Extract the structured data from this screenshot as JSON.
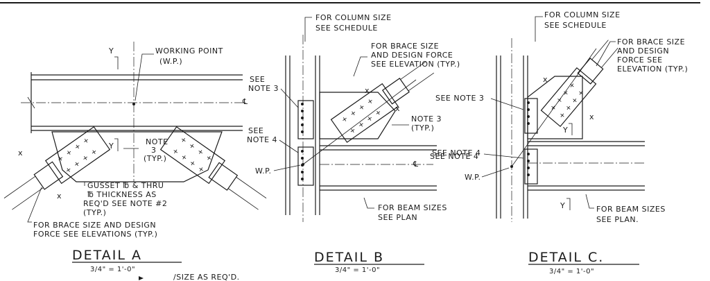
{
  "detail_a": {
    "title": "DETAIL  A",
    "scale": "3/4\" = 1'-0\"",
    "working_point_line1": "WORKING POINT",
    "working_point_line2": "(W.P.)",
    "note3_line1": "NOTE",
    "note3_line2": "3",
    "note3_line3": "(TYP.)",
    "gusset_line1": "GUSSET ℔ & THRU",
    "gusset_line2": "℔ THICKNESS AS",
    "gusset_line3": "REQ'D SEE NOTE #2",
    "gusset_line4": "(TYP.)",
    "brace_line1": "FOR BRACE SIZE AND DESIGN",
    "brace_line2": "FORCE SEE ELEVATIONS (TYP.)",
    "size_note": "/SIZE AS REQ'D."
  },
  "detail_b": {
    "title": "DETAIL  B",
    "scale": "3/4\" = 1'-0\"",
    "column_line1": "FOR COLUMN SIZE",
    "column_line2": "SEE SCHEDULE",
    "brace_line1": "FOR BRACE SIZE",
    "brace_line2": "AND DESIGN FORCE",
    "brace_line3": "SEE ELEVATION (TYP.)",
    "see_note3_line1": "SEE",
    "see_note3_line2": "NOTE 3",
    "see_note4_line1": "SEE",
    "see_note4_line2": "NOTE 4",
    "note3_typ_line1": "NOTE 3",
    "note3_typ_line2": "(TYP.)",
    "see_note4_beam": "SEE NOTE 4",
    "wp": "W.P.",
    "beam_line1": "FOR BEAM SIZES",
    "beam_line2": "SEE PLAN"
  },
  "detail_c": {
    "title": "DETAIL  C.",
    "scale": "3/4\" = 1'-0\"",
    "column_line1": "FOR COLUMN SIZE",
    "column_line2": "SEE SCHEDULE",
    "brace_line1": "FOR BRACE SIZE",
    "brace_line2": "AND DESIGN",
    "brace_line3": "FORCE SEE",
    "brace_line4": "ELEVATION (TYP.)",
    "see_note3": "SEE NOTE 3",
    "see_note4": "SEE NOTE 4",
    "wp": "W.P.",
    "beam_line1": "FOR BEAM SIZES",
    "beam_line2": "SEE PLAN."
  },
  "marks": {
    "section_x": "x",
    "section_y": "Y",
    "centerline": "℄"
  }
}
